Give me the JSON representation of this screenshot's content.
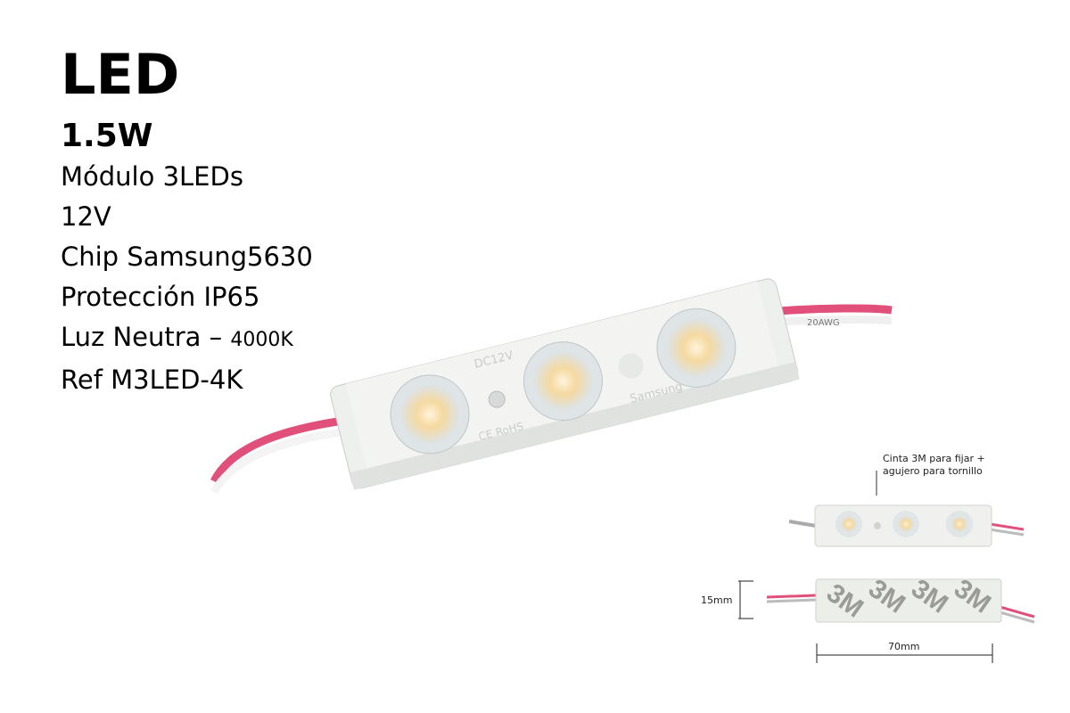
{
  "title": "LED",
  "power": "1.5W",
  "specs": [
    "Módulo 3LEDs",
    "12V",
    "Chip Samsung5630",
    "Protección IP65"
  ],
  "light": {
    "label": "Luz Neutra –",
    "temp": "4000K"
  },
  "ref": "Ref M3LED-4K",
  "module_print": {
    "voltage": "DC12V",
    "brand": "Samsung",
    "cert": "CE RoHS",
    "wire": "20AWG"
  },
  "detail": {
    "note_line1": "Cinta 3M para fijar +",
    "note_line2": "agujero para tornillo",
    "tape_text": "3M",
    "height_label": "15mm",
    "width_label": "70mm"
  },
  "colors": {
    "body": "#f1f2ef",
    "led": "#f5d9a0",
    "wire_red": "#e0507a"
  }
}
